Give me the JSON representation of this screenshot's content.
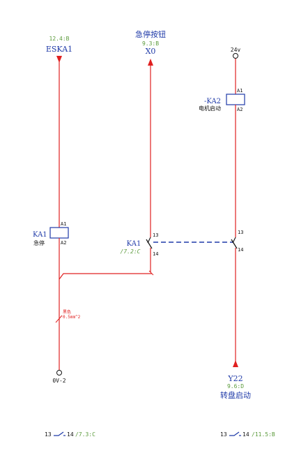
{
  "colors": {
    "wire": "#e02020",
    "blue_text": "#1f3aa8",
    "green_ref": "#5a9a3a",
    "black": "#111111",
    "dashed_link": "#1f3aa8"
  },
  "left_column": {
    "top_ref": "12.4:B",
    "top_label": "ESKA1",
    "relay_name": "KA1",
    "relay_desc": "急停",
    "a1": "A1",
    "a2": "A2",
    "wire_color_note": "黑色",
    "wire_size_note": "0.5mm^2",
    "bottom_label": "0V-2"
  },
  "middle_column": {
    "top_title": "急停按钮",
    "top_ref": "9.3:B",
    "top_label": "X0",
    "contact_name": "KA1",
    "contact_ref": "/7.2:C",
    "pin_top": "13",
    "pin_bottom": "14"
  },
  "right_column": {
    "supply_label": "24v",
    "relay_name": "-KA2",
    "relay_desc": "电机启动",
    "a1": "A1",
    "a2": "A2",
    "pin_top": "13",
    "pin_bottom": "14",
    "bottom_label": "Y22",
    "bottom_ref": "9.6:D",
    "bottom_title": "转盘启动"
  },
  "footer": {
    "left_contact": {
      "pin_a": "13",
      "pin_b": "14",
      "ref": "/7.3:C"
    },
    "right_contact": {
      "pin_a": "13",
      "pin_b": "14",
      "ref": "/11.5:B"
    }
  }
}
